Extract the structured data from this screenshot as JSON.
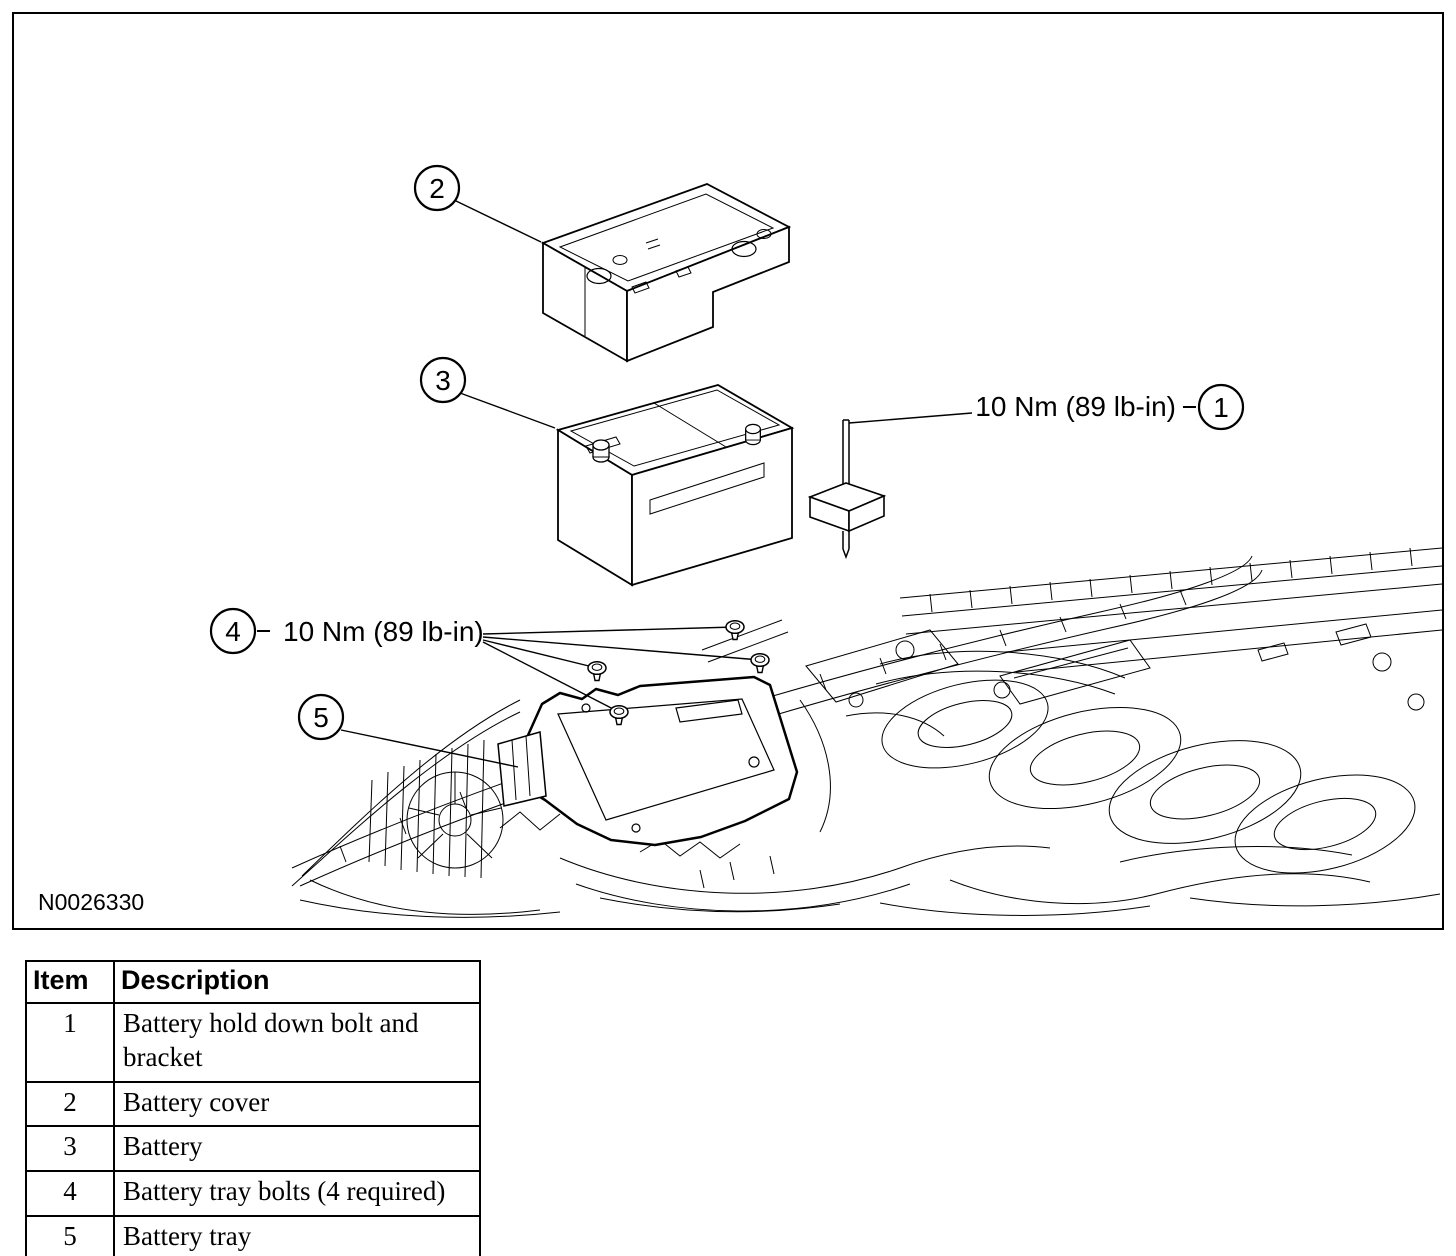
{
  "figure": {
    "drawing_number": "N0026330",
    "torque_labels": {
      "bolt_bracket": "10 Nm (89 lb-in)",
      "tray_bolts": "10 Nm (89 lb-in)"
    },
    "callouts": {
      "c1": "1",
      "c2": "2",
      "c3": "3",
      "c4": "4",
      "c5": "5"
    }
  },
  "table": {
    "headers": {
      "item": "Item",
      "description": "Description"
    },
    "rows": [
      {
        "item": "1",
        "description": "Battery hold down bolt and bracket"
      },
      {
        "item": "2",
        "description": "Battery cover"
      },
      {
        "item": "3",
        "description": "Battery"
      },
      {
        "item": "4",
        "description": "Battery tray bolts (4 required)"
      },
      {
        "item": "5",
        "description": "Battery tray"
      }
    ]
  }
}
